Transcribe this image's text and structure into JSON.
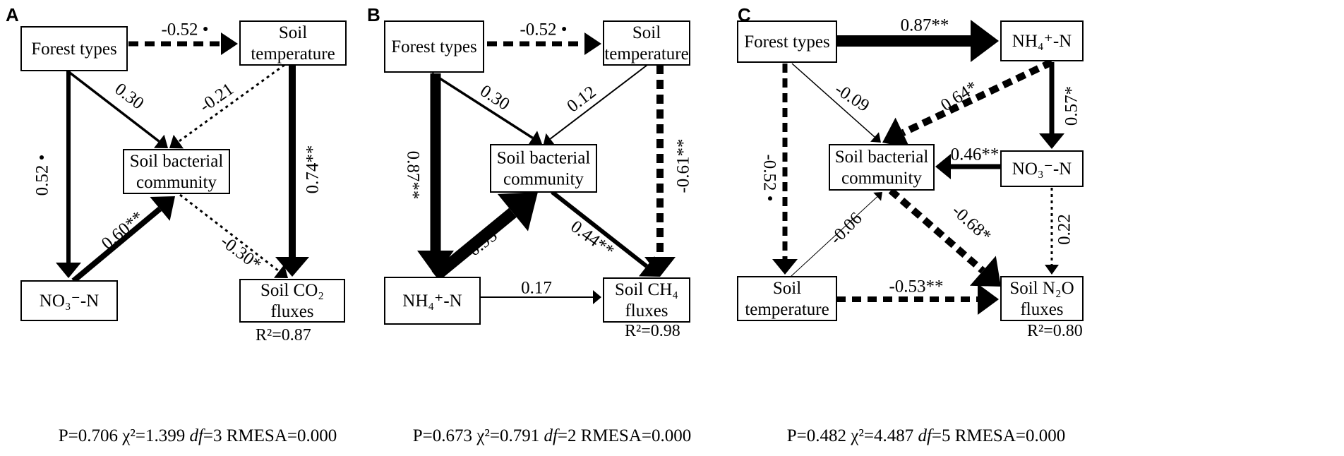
{
  "panels": [
    {
      "letter": "A",
      "nodes": {
        "forest": [
          "Forest types"
        ],
        "soiltemp": [
          "Soil",
          "temperature"
        ],
        "bact": [
          "Soil bacterial",
          "community"
        ],
        "nutrient": [
          "NO₃⁻-N"
        ],
        "flux": [
          "Soil CO₂",
          "fluxes"
        ]
      },
      "edges": [
        {
          "from": "forest",
          "to": "soiltemp",
          "label": "-0.52 •",
          "sign": "neg"
        },
        {
          "from": "forest",
          "to": "bact",
          "label": "0.30",
          "sign": "pos"
        },
        {
          "from": "soiltemp",
          "to": "bact",
          "label": "-0.21",
          "sign": "neg"
        },
        {
          "from": "forest",
          "to": "nutrient",
          "label": "0.52 •",
          "sign": "pos"
        },
        {
          "from": "soiltemp",
          "to": "flux",
          "label": "0.74**",
          "sign": "pos"
        },
        {
          "from": "nutrient",
          "to": "bact",
          "label": "0.60**",
          "sign": "pos"
        },
        {
          "from": "bact",
          "to": "flux",
          "label": "-0.30*",
          "sign": "neg"
        }
      ],
      "r2": "R²=0.87",
      "fit": {
        "p": "P=0.706 χ²=1.399 ",
        "df_label": "df",
        "df_value": "=3 RMESA=0.000"
      }
    },
    {
      "letter": "B",
      "nodes": {
        "forest": [
          "Forest types"
        ],
        "soiltemp": [
          "Soil",
          "temperature"
        ],
        "bact": [
          "Soil bacterial",
          "community"
        ],
        "nutrient": [
          "NH₄⁺-N"
        ],
        "flux": [
          "Soil CH₄",
          "fluxes"
        ]
      },
      "edges": [
        {
          "from": "forest",
          "to": "soiltemp",
          "label": "-0.52 •",
          "sign": "neg"
        },
        {
          "from": "forest",
          "to": "bact",
          "label": "0.30",
          "sign": "pos"
        },
        {
          "from": "soiltemp",
          "to": "bact",
          "label": "0.12",
          "sign": "pos"
        },
        {
          "from": "forest",
          "to": "nutrient",
          "label": "0.87**",
          "sign": "pos"
        },
        {
          "from": "soiltemp",
          "to": "flux",
          "label": "-0.61**",
          "sign": "neg"
        },
        {
          "from": "nutrient",
          "to": "bact",
          "label": "0.95**",
          "sign": "pos"
        },
        {
          "from": "bact",
          "to": "flux",
          "label": "0.44**",
          "sign": "pos"
        },
        {
          "from": "nutrient",
          "to": "flux",
          "label": "0.17",
          "sign": "pos"
        }
      ],
      "r2": "R²=0.98",
      "fit": {
        "p": "P=0.673 χ²=0.791 ",
        "df_label": "df",
        "df_value": "=2 RMESA=0.000"
      }
    },
    {
      "letter": "C",
      "nodes": {
        "forest": [
          "Forest types"
        ],
        "nh4": [
          "NH₄⁺-N"
        ],
        "bact": [
          "Soil bacterial",
          "community"
        ],
        "no3": [
          "NO₃⁻-N"
        ],
        "soiltemp": [
          "Soil",
          "temperature"
        ],
        "flux": [
          "Soil N₂O",
          "fluxes"
        ]
      },
      "edges": [
        {
          "from": "forest",
          "to": "nh4",
          "label": "0.87**",
          "sign": "pos"
        },
        {
          "from": "forest",
          "to": "bact",
          "label": "-0.09",
          "sign": "neg"
        },
        {
          "from": "nh4",
          "to": "bact",
          "label": "0.64*",
          "sign": "pos"
        },
        {
          "from": "nh4",
          "to": "no3",
          "label": "0.57*",
          "sign": "pos"
        },
        {
          "from": "no3",
          "to": "bact",
          "label": "0.46**",
          "sign": "pos"
        },
        {
          "from": "forest",
          "to": "soiltemp",
          "label": "-0.52 •",
          "sign": "neg"
        },
        {
          "from": "soiltemp",
          "to": "bact",
          "label": "-0.06",
          "sign": "neg"
        },
        {
          "from": "bact",
          "to": "flux",
          "label": "-0.68*",
          "sign": "neg"
        },
        {
          "from": "no3",
          "to": "flux",
          "label": "0.22",
          "sign": "pos"
        },
        {
          "from": "soiltemp",
          "to": "flux",
          "label": "-0.53**",
          "sign": "neg"
        }
      ],
      "r2": "R²=0.80",
      "fit": {
        "p": "P=0.482 χ²=4.487 ",
        "df_label": "df",
        "df_value": "=5 RMESA=0.000"
      }
    }
  ]
}
